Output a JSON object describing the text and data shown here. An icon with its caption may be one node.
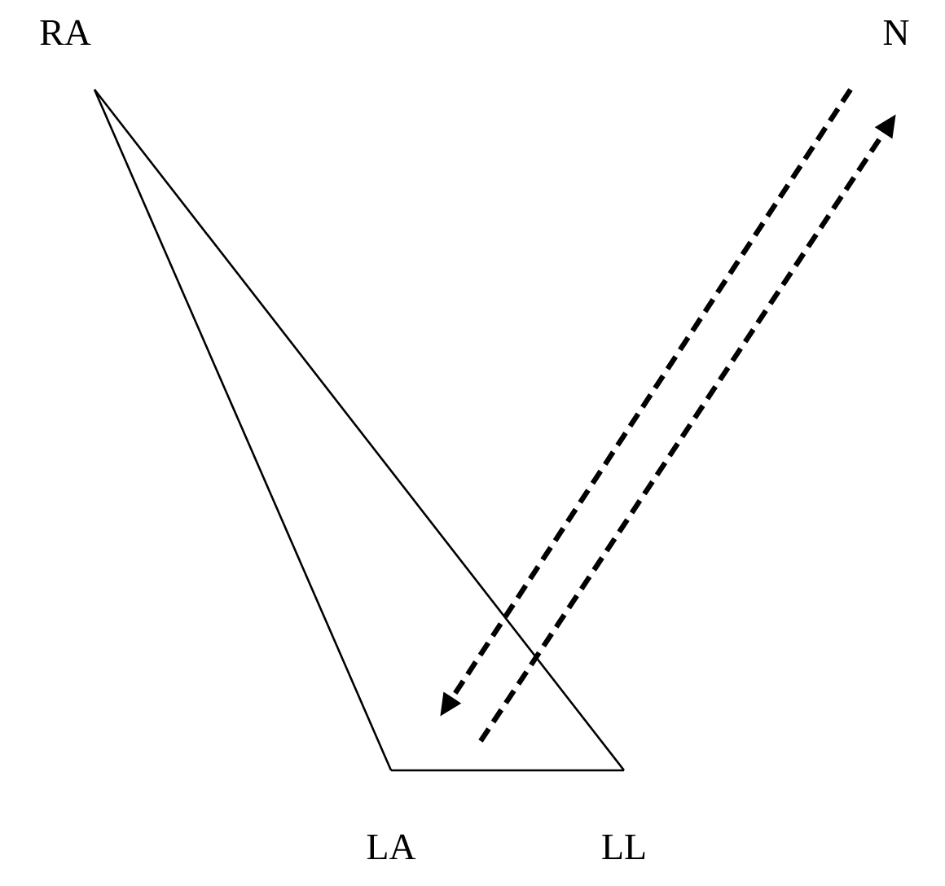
{
  "diagram": {
    "nodes": [
      {
        "text": [
          "RA"
        ]
      },
      {
        "text": [
          "LA"
        ]
      },
      {
        "text": [
          "LL"
        ]
      },
      {
        "text": [
          "N"
        ]
      }
    ],
    "edges": [
      {
        "from": 0,
        "to": 1,
        "arrow": "none"
      },
      {
        "from": 0,
        "to": 2,
        "arrow": "none"
      },
      {
        "from": 1,
        "to": 2,
        "arrow": "none"
      },
      {
        "from": 3,
        "to": null,
        "arrow": "to",
        "style": "dashed"
      },
      {
        "from": null,
        "to": 3,
        "arrow": "to",
        "style": "dashed"
      }
    ]
  }
}
